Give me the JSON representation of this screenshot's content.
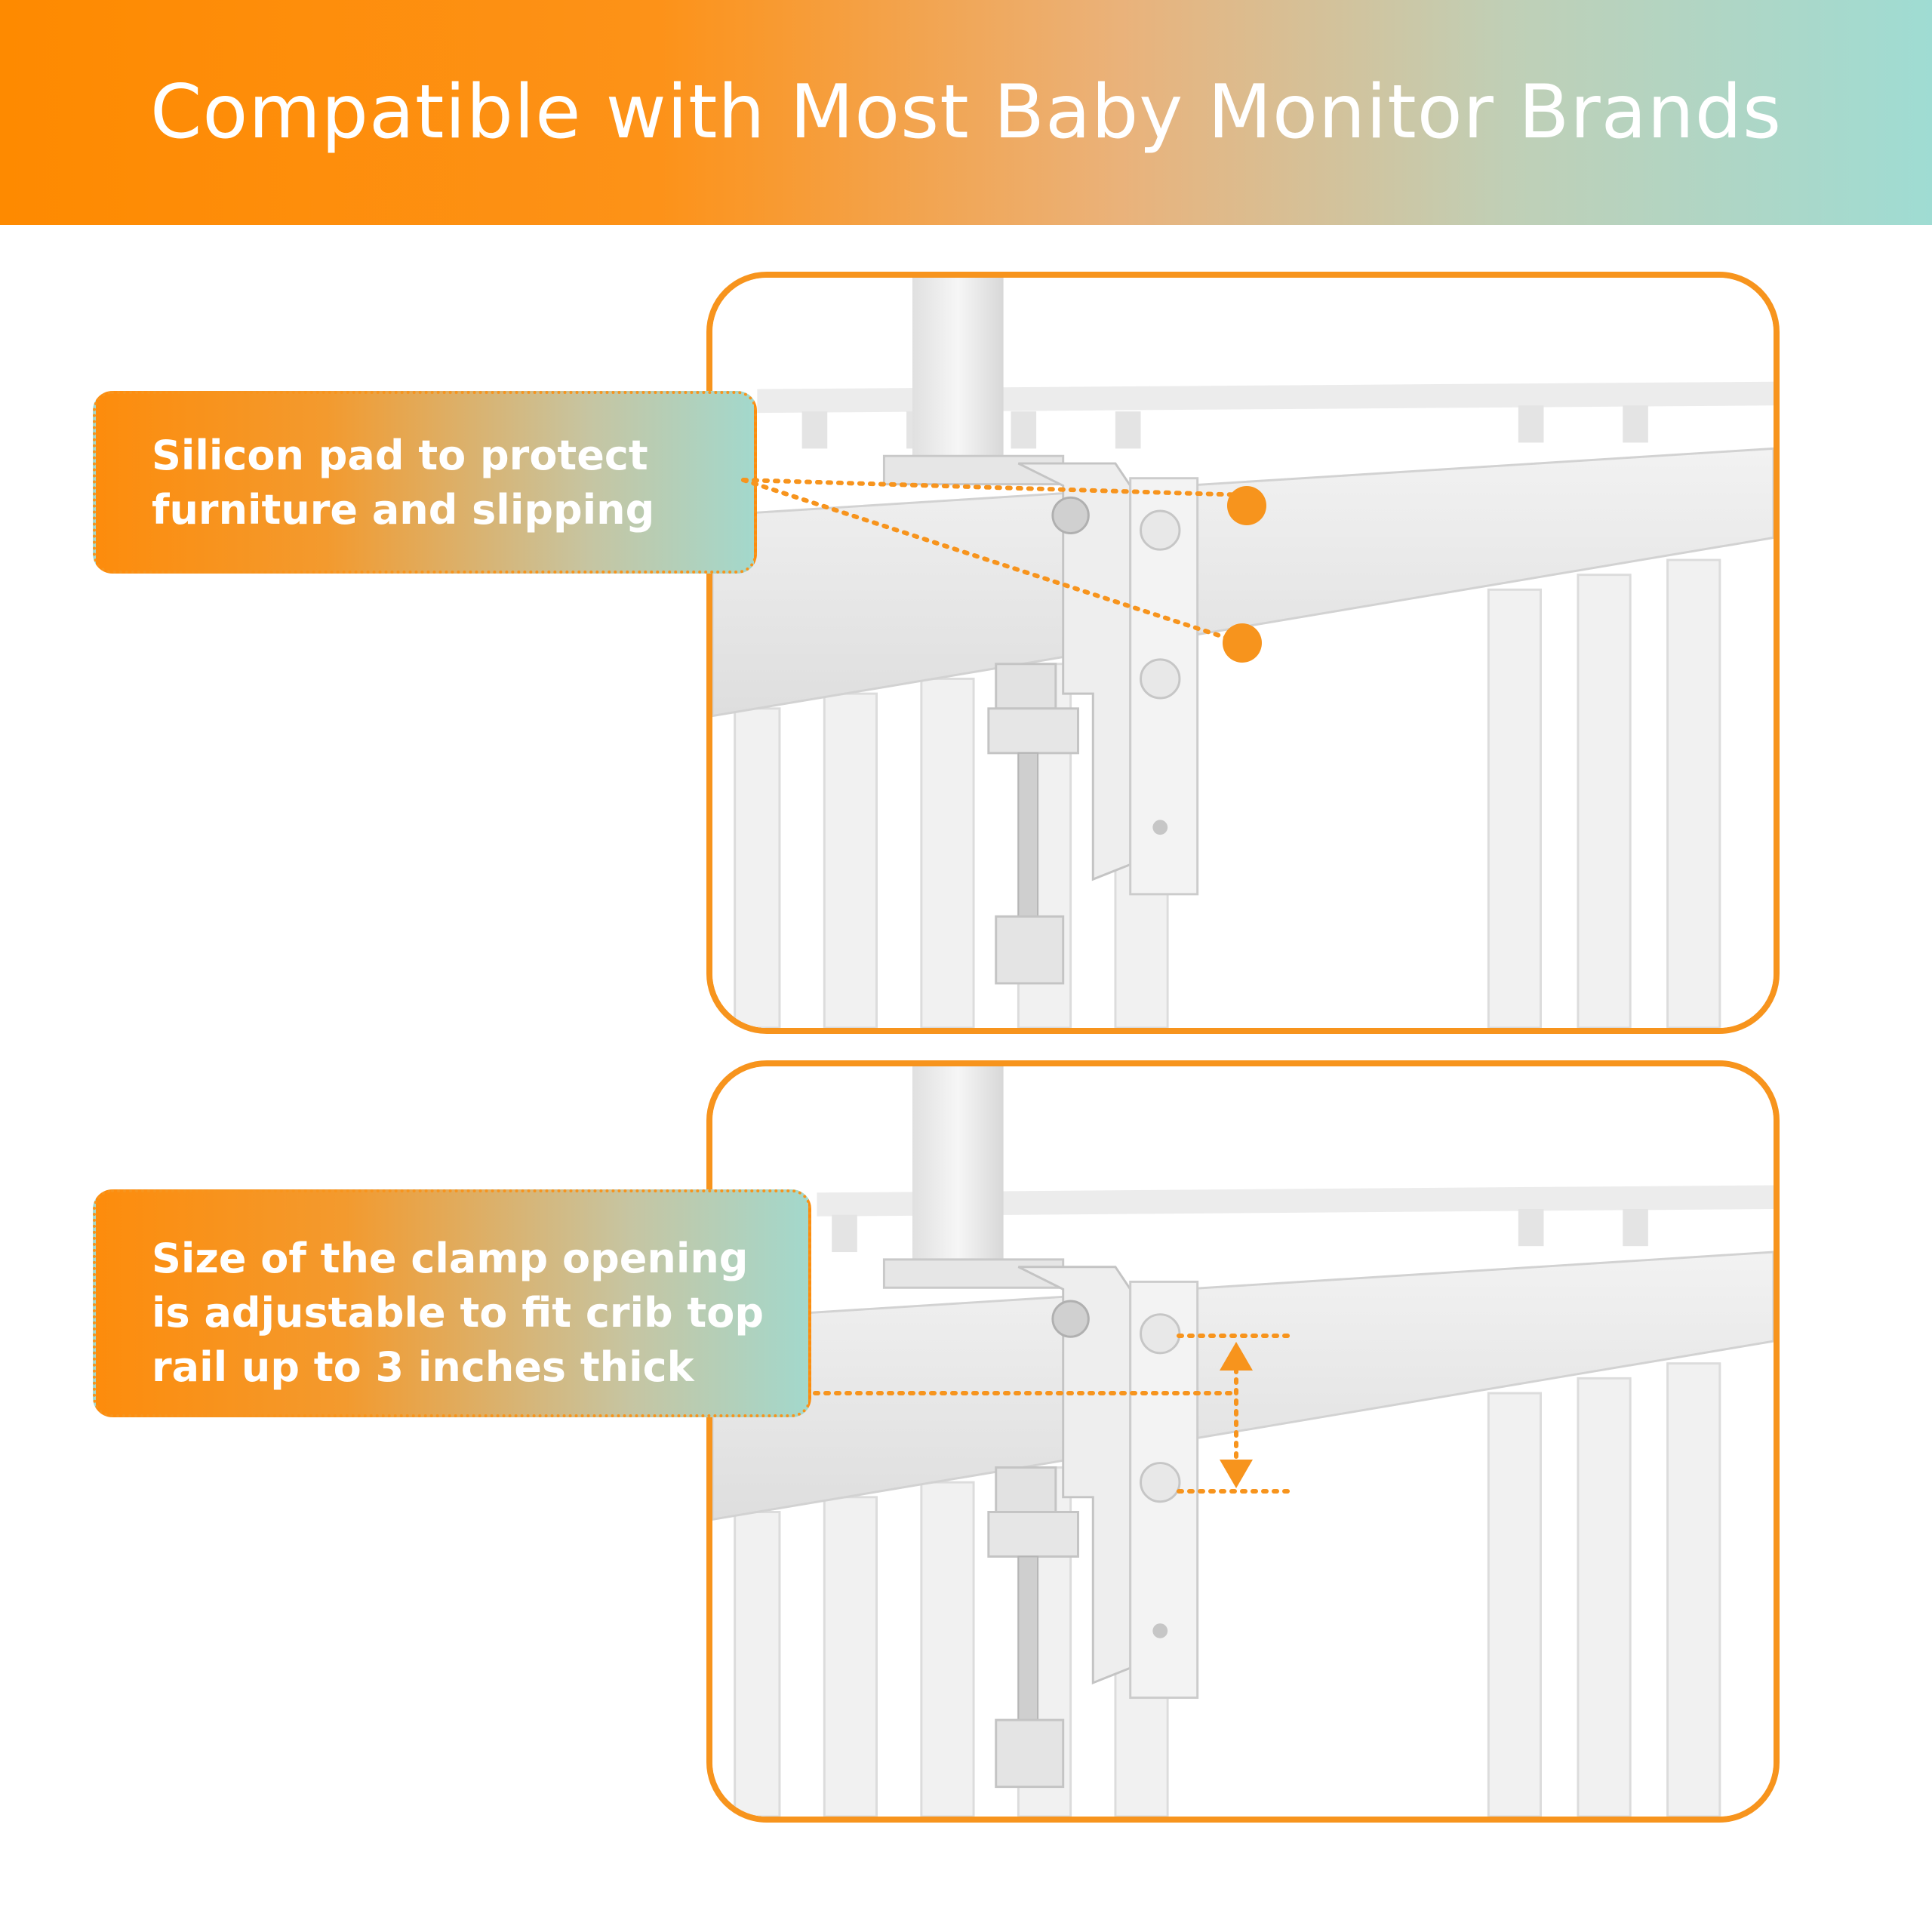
{
  "header": {
    "title": "Compatible with Most Baby Monitor Brands"
  },
  "callouts": [
    {
      "text": "Silicon pad to protect\nfurniture and slipping"
    },
    {
      "text": "Size of the clamp opening\nis adjustable to fit crib top\nrail up to 3 inches thick"
    }
  ],
  "colors": {
    "accent": "#f7941d",
    "gradient_start": "#fe8a00",
    "gradient_end": "#9fdcd3"
  }
}
